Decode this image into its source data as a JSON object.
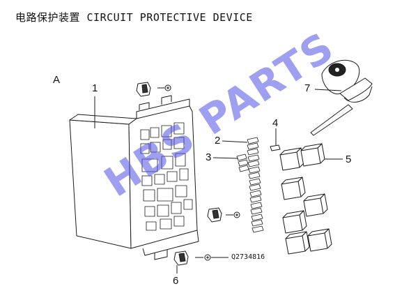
{
  "title": "电路保护装置 CIRCUIT PROTECTIVE DEVICE",
  "view_label": "A",
  "callouts": {
    "c1": "1",
    "c2": "2",
    "c3": "3",
    "c4": "4",
    "c5": "5",
    "c6": "6",
    "c7": "7"
  },
  "part_number": "Q2734816",
  "watermark": "HBS PARTS",
  "colors": {
    "line": "#1a1a1a",
    "watermark": "#5050e6"
  },
  "icons": [
    "fuse-box",
    "mounting-bracket",
    "screw",
    "blade-fuse",
    "relay",
    "remote-key"
  ]
}
